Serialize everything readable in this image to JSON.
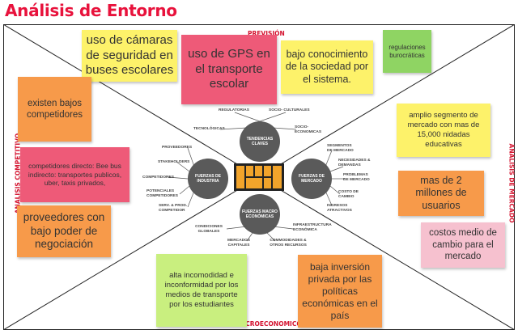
{
  "title": "Análisis de Entorno",
  "axes": {
    "top": "PREVISIÓN",
    "bottom": "MACROECONOMICOS",
    "left": "ANALISIS COMPETITIVO",
    "right": "ANALISIS DE MERCADO"
  },
  "notes": {
    "camaras": "uso de cámaras de seguridad en buses escolares",
    "gps": "uso de GPS en el transporte escolar",
    "conocimiento": "bajo conocimiento de la sociedad por el sistema.",
    "regulaciones": "regulaciones burocráticas",
    "bajos_competidores": "existen bajos competidores",
    "competidores_directo": "competidores directo: Bee bus indirecto: transportes publicos, uber, taxis privados,",
    "proveedores": "proveedores con bajo poder de negociación",
    "segmento": "amplio segmento de mercado  con mas de 15,000 nidadas educativas",
    "usuarios": "mas de 2 millones de usuarios",
    "costos": "costos medio de cambio para el mercado",
    "incomodidad": "alta incomodidad e inconformidad por los medios de transporte por los estudiantes",
    "inversion": "baja inversión privada por las políticas económicas en el país"
  },
  "diagram": {
    "drops": {
      "top": "TENDENCIAS CLAVES",
      "left": "FUERZAS DE INDUSTRIA",
      "right": "FUERZAS DE MERCADO",
      "bottom": "FUERZAS MACRO ECONÓMICAS"
    },
    "top_labels": [
      "REGULATORIAS",
      "SOCIO- CULTURALES",
      "TECNOLÓGICAS",
      "SOCIO- ECONOMICAS"
    ],
    "left_labels": [
      "PROVEEDORES",
      "STAKEHOLDERS",
      "COMPETIDORES",
      "POTENCIALES COMPETIDORES",
      "SERV. & PROD. COMPETIDOR"
    ],
    "right_labels": [
      "SEGMENTOS DE MERCADO",
      "NECESIDADES & DEMANDAS",
      "PROBLEMAS DE MERCADO",
      "COSTO DE CAMBIO",
      "INGRESOS ATRACTIVOS"
    ],
    "bottom_labels": [
      "CONDICIONES GLOBALES",
      "INFRAESTRUCTURA ECONÓMICA",
      "MERCADOS CAPITALES",
      "COMMODIDADES & OTROS RECURSOS"
    ]
  },
  "colors": {
    "title": "#e8123c",
    "axis": "#d4122e",
    "yellow": "#fdf26a",
    "pink": "#ee5a78",
    "orange": "#f79a4a",
    "green_light": "#c9ef7f",
    "green": "#8fd463",
    "light_pink": "#f6c1cf",
    "center": "#f2a42b"
  }
}
